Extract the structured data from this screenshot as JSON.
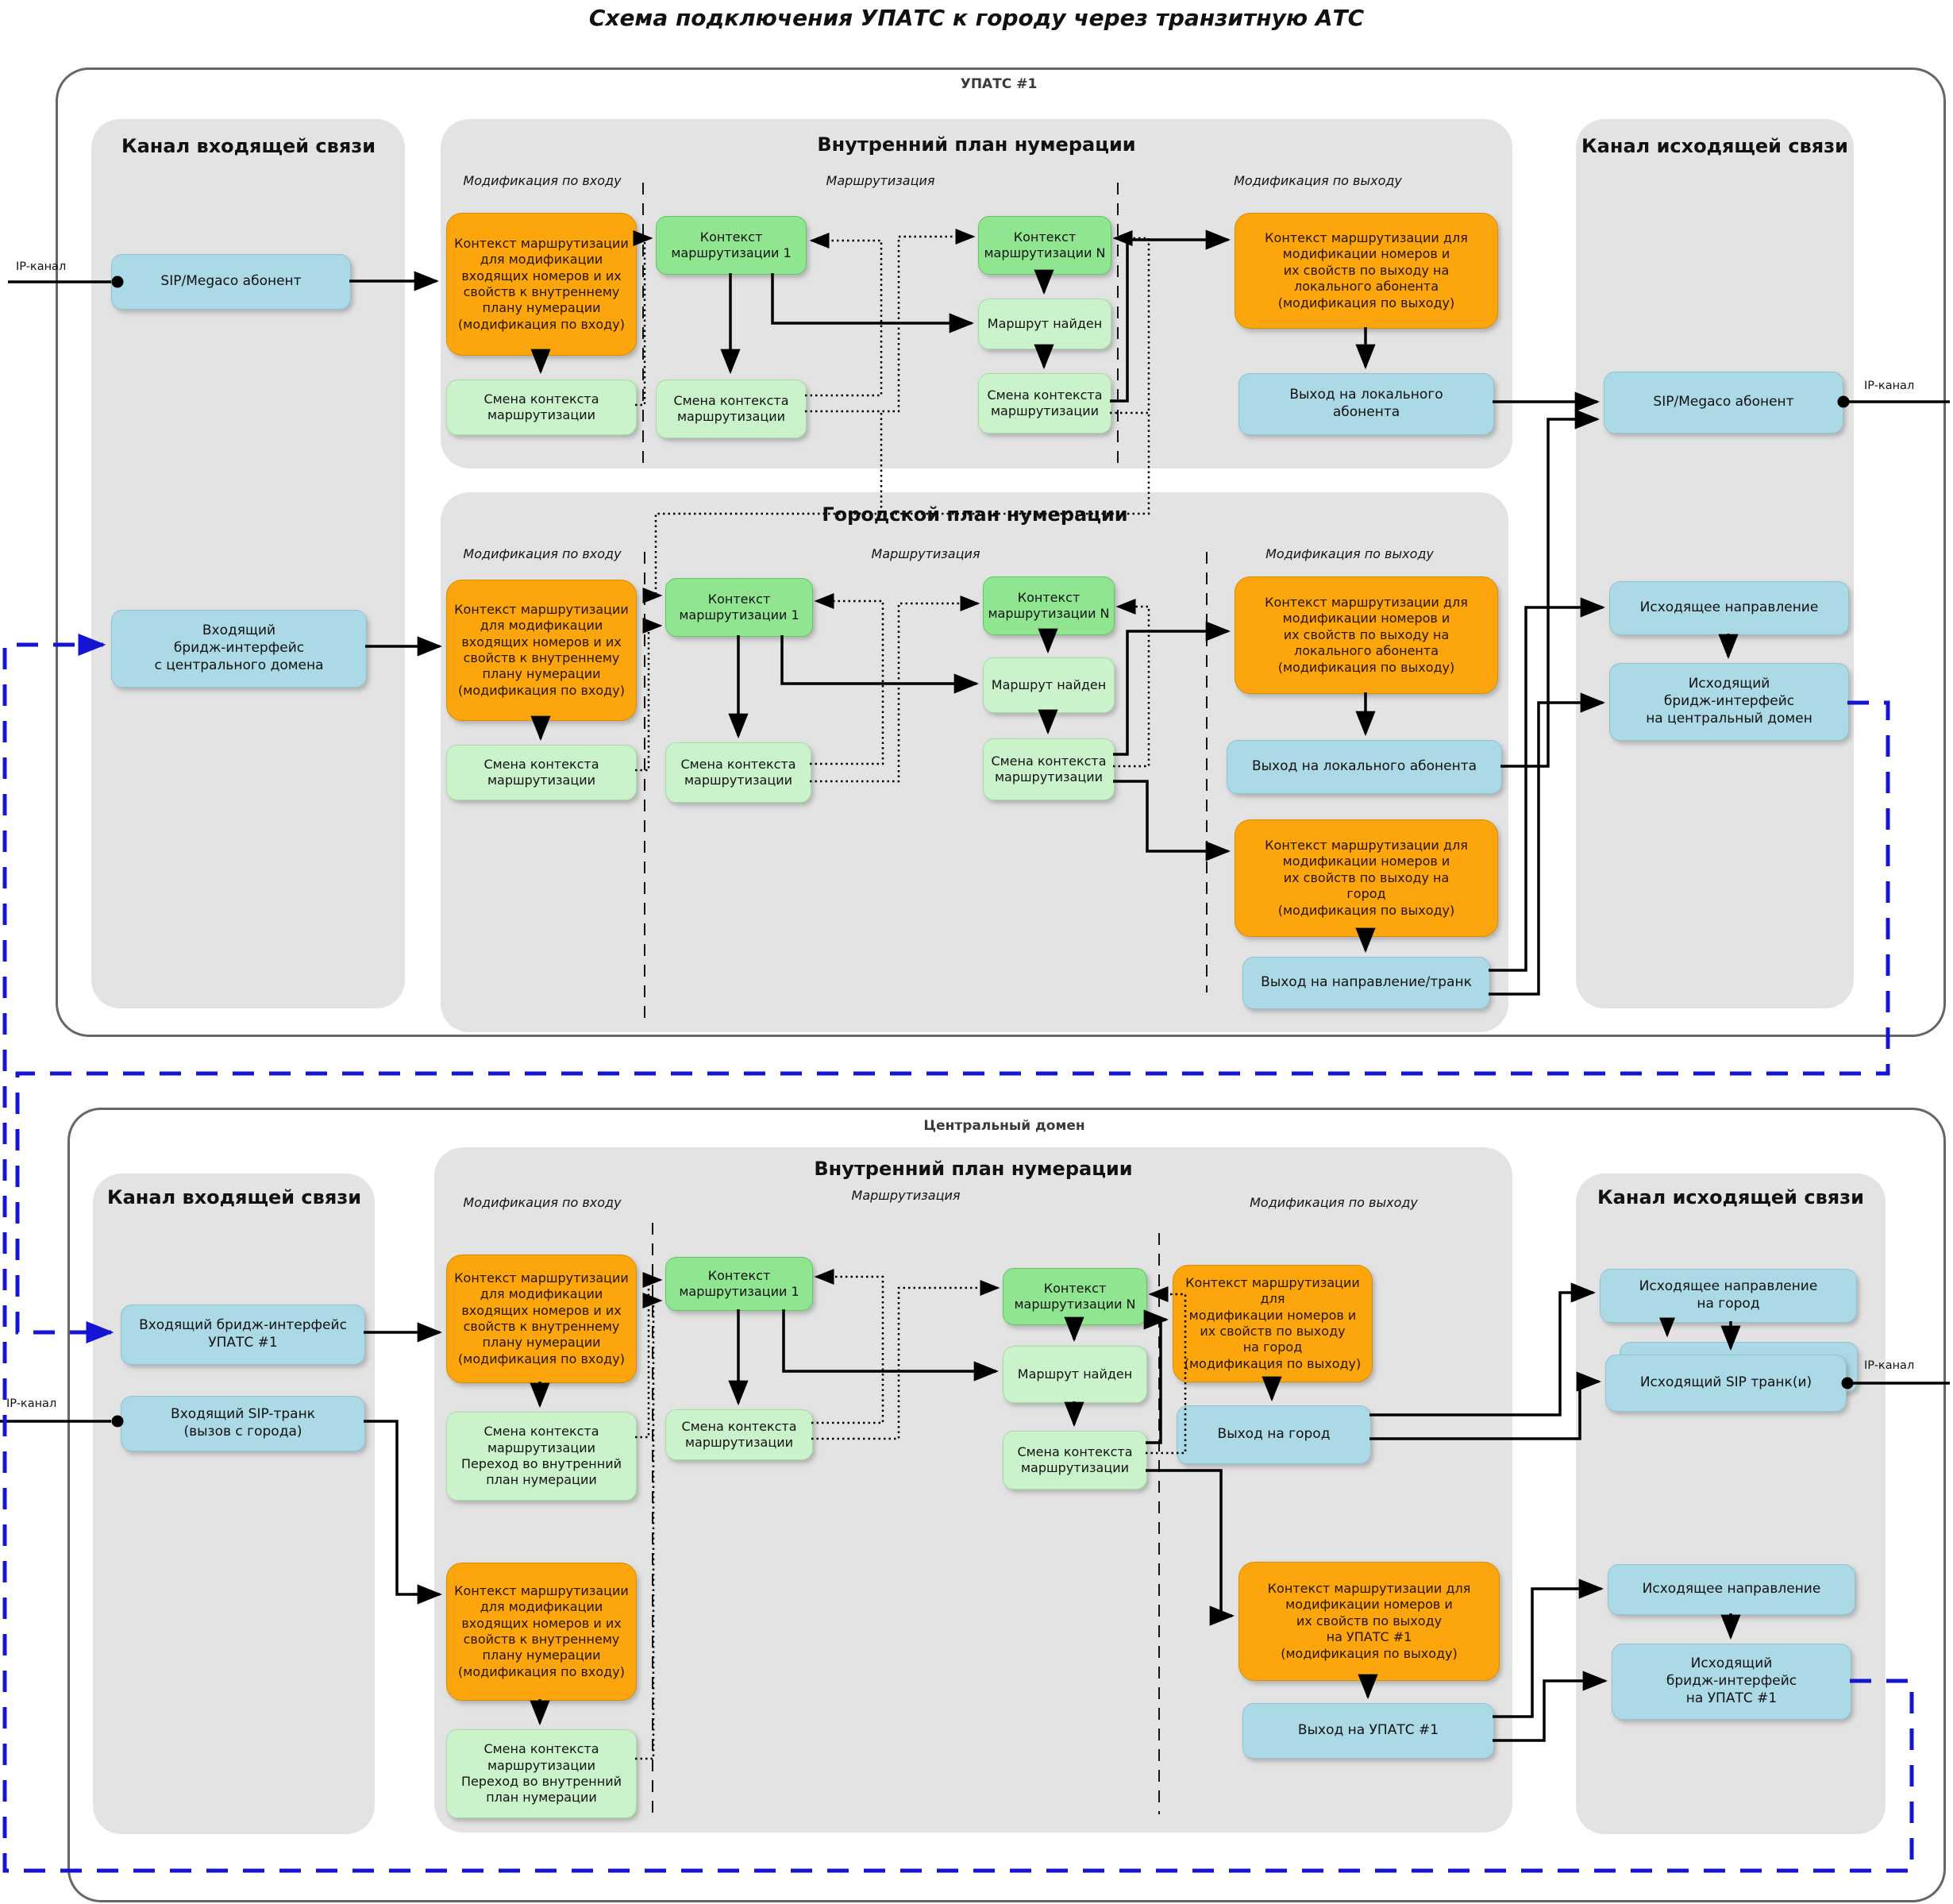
{
  "title": "Схема подключения УПАТС к городу через транзитную АТС",
  "ip_label": "IP-канал",
  "colors": {
    "orange": "#FCA50C",
    "green": "#90E690",
    "light_green": "#CBF3CB",
    "blue_box": "#ACD9E6",
    "panel_gray": "#e3e3e3",
    "link_blue": "#1414D2"
  },
  "upats1": {
    "label": "УПАТС #1",
    "in_channel": {
      "title": "Канал входящей связи",
      "sip_subscriber": "SIP/Megaco абонент",
      "bridge_from_central": "Входящий\nбридж-интерфейс\nс центрального домена"
    },
    "internal_plan": {
      "title": "Внутренний план нумерации",
      "col_mod_in": "Модификация по входу",
      "col_routing": "Маршрутизация",
      "col_mod_out": "Модификация по выходу",
      "ctx_mod_in": "Контекст маршрутизации\nдля модификации\nвходящих номеров и их\nсвойств к внутреннему\nплану нумерации\n(модификация по входу)",
      "ctx_change": "Смена контекста\nмаршрутизации",
      "ctx1": "Контекст\nмаршрутизации 1",
      "ctxN": "Контекст\nмаршрутизации N",
      "route_found": "Маршрут найден",
      "ctx_mod_out_local": "Контекст маршрутизации для\nмодификации номеров и\nих свойств по выходу на\nлокального абонента\n(модификация по выходу)",
      "exit_local": "Выход на локального\nабонента"
    },
    "city_plan": {
      "title": "Городской план нумерации",
      "col_mod_in": "Модификация по входу",
      "col_routing": "Маршрутизация",
      "col_mod_out": "Модификация по выходу",
      "ctx_mod_in": "Контекст маршрутизации\nдля модификации\nвходящих номеров и их\nсвойств к внутреннему\nплану нумерации\n(модификация по входу)",
      "ctx_change": "Смена контекста\nмаршрутизации",
      "ctx1": "Контекст\nмаршрутизации 1",
      "ctxN": "Контекст\nмаршрутизации N",
      "route_found": "Маршрут найден",
      "ctx_mod_out_local": "Контекст маршрутизации для\nмодификации номеров и\nих свойств по выходу на\nлокального абонента\n(модификация по выходу)",
      "exit_local": "Выход на локального абонента",
      "ctx_mod_out_city": "Контекст маршрутизации для\nмодификации номеров и\nих свойств по выходу на\nгород\n(модификация по выходу)",
      "exit_direction_trunk": "Выход на направление/транк"
    },
    "out_channel": {
      "title": "Канал исходящей связи",
      "sip_subscriber": "SIP/Megaco абонент",
      "out_direction": "Исходящее направление",
      "out_bridge_central": "Исходящий\nбридж-интерфейс\nна центральный домен"
    }
  },
  "central": {
    "label": "Центральный домен",
    "in_channel": {
      "title": "Канал входящей связи",
      "bridge_upats": "Входящий бридж-интерфейс\nУПАТС #1",
      "sip_trunk_in": "Входящий SIP-транк\n(вызов с города)"
    },
    "internal_plan": {
      "title": "Внутренний план нумерации",
      "col_mod_in": "Модификация по входу",
      "col_routing": "Маршрутизация",
      "col_mod_out": "Модификация по выходу",
      "ctx_mod_in": "Контекст маршрутизации\nдля модификации\nвходящих номеров и их\nсвойств к внутреннему\nплану нумерации\n(модификация по входу)",
      "ctx_change_transition": "Смена контекста\nмаршрутизации\nПереход во внутренний\nплан нумерации",
      "ctx1": "Контекст\nмаршрутизации 1",
      "ctxN": "Контекст\nмаршрутизации N",
      "route_found": "Маршрут найден",
      "ctx_change": "Смена контекста\nмаршрутизации",
      "ctx_mod_out_city": "Контекст маршрутизации для\nмодификации номеров и\nих свойств по выходу\nна город\n(модификация по выходу)",
      "exit_city": "Выход на город",
      "ctx_mod_out_upats": "Контекст маршрутизации для\nмодификации номеров и\nих свойств по выходу\nна УПАТС #1\n(модификация по выходу)",
      "exit_upats": "Выход на УПАТС #1"
    },
    "out_channel": {
      "title": "Канал исходящей связи",
      "out_direction_city": "Исходящее направление\nна город",
      "sip_trunks_out": "Исходящий SIP транк(и)",
      "out_direction": "Исходящее направление",
      "out_bridge_upats": "Исходящий\nбридж-интерфейс\nна УПАТС #1"
    }
  }
}
